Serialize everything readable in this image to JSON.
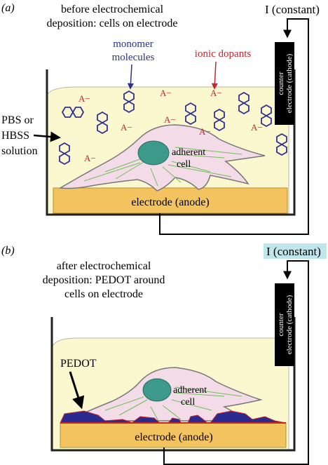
{
  "panel_a": {
    "label": "(a)",
    "caption_line1": "before electrochemical",
    "caption_line2": "deposition: cells on electrode",
    "current_label": "I (constant)",
    "monomer_line1": "monomer",
    "monomer_line2": "molecules",
    "dopant_label": "ionic dopants",
    "counter_line1": "counter",
    "counter_line2": "electrode (cathode)",
    "solution_line1": "PBS or",
    "solution_line2": "HBSS",
    "solution_line3": "solution",
    "anion_label": "A−",
    "cell_line1": "adherent",
    "cell_line2": "cell",
    "electrode_label": "electrode (anode)"
  },
  "panel_b": {
    "label": "(b)",
    "caption_line1": "after electrochemical",
    "caption_line2": "deposition: PEDOT around",
    "caption_line3": "cells on electrode",
    "current_label": "I (constant)",
    "counter_line1": "counter",
    "counter_line2": "electrode (cathode)",
    "pedot_label": "PEDOT",
    "cell_line1": "adherent",
    "cell_line2": "cell",
    "electrode_label": "electrode (anode)"
  },
  "colors": {
    "solution": "#fbf8cf",
    "electrode": "#f2c35e",
    "cell_body": "#f3dbe8",
    "nucleus": "#3b9a8a",
    "filament": "#6fbf5a",
    "monomer": "#2e3192",
    "anion": "#c1272d",
    "pedot": "#2b2a8e",
    "highlight": "#bfe6ea"
  },
  "icons": [
    "monomer-molecule-icon",
    "arrow-icon"
  ]
}
